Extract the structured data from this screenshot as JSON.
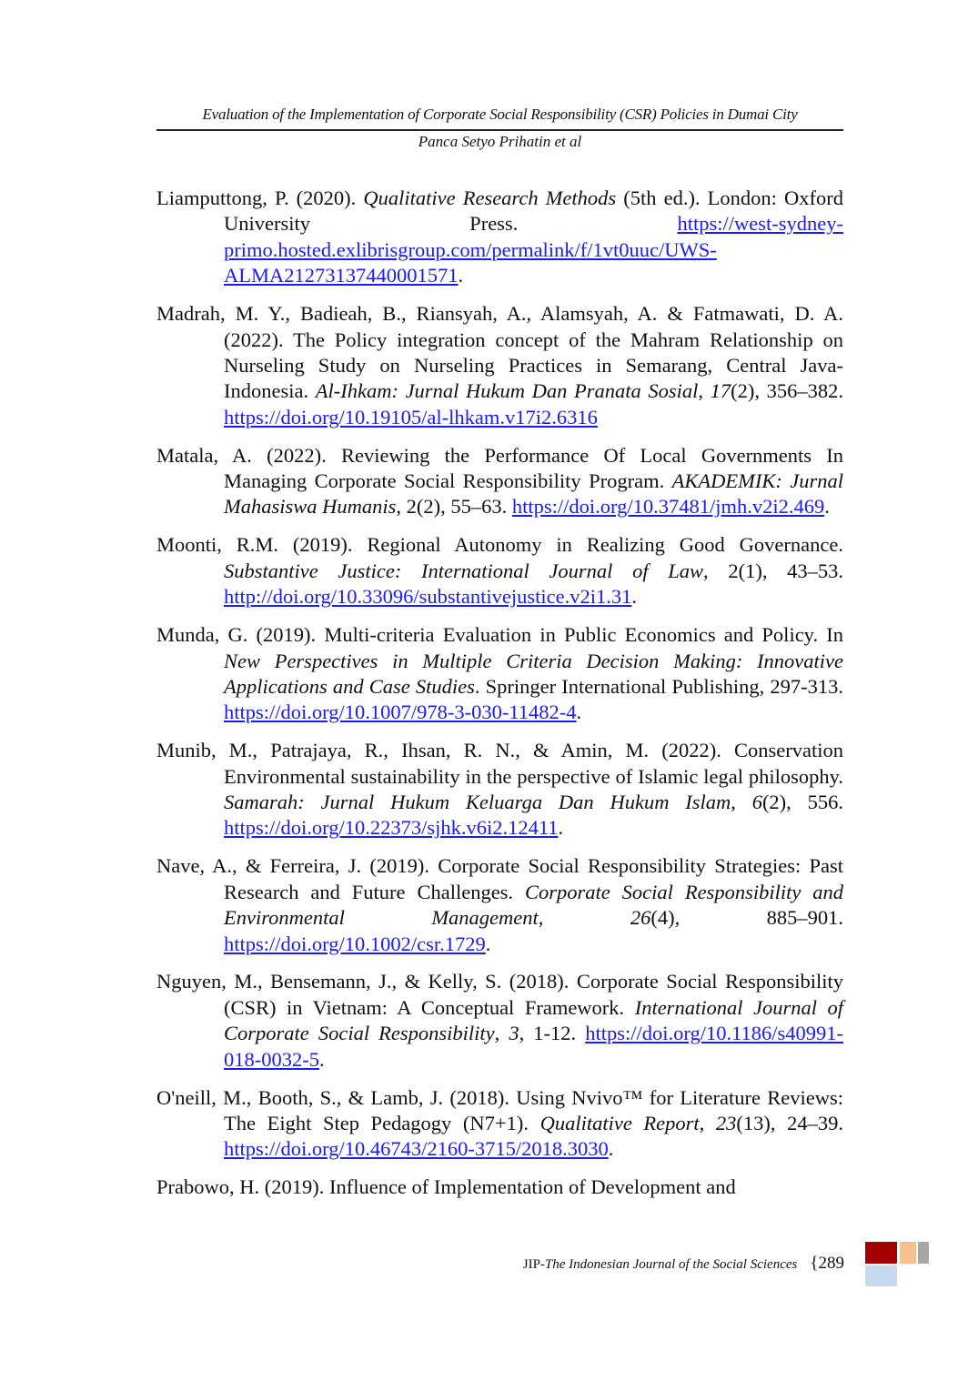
{
  "header": {
    "title": "Evaluation of the Implementation of Corporate Social Responsibility (CSR) Policies in Dumai City",
    "author": "Panca Setyo Prihatin et al"
  },
  "references": [
    [
      [
        "t",
        "Liamputtong, P. (2020). "
      ],
      [
        "i",
        "Qualitative Research Methods"
      ],
      [
        "t",
        " (5th ed.). London: Oxford University Press. "
      ],
      [
        "a",
        "https://west-sydney-primo.hosted.exlibrisgroup.com/permalink/f/1vt0uuc/UWS-ALMA21273137440001571"
      ],
      [
        "t",
        "."
      ]
    ],
    [
      [
        "t",
        "Madrah, M. Y., Badieah, B., Riansyah, A., Alamsyah, A. & Fatmawati, D. A. (2022). The Policy integration concept of the Mahram Relationship on Nurseling Study on Nurseling Practices in Semarang, Central Java-Indonesia. "
      ],
      [
        "i",
        "Al-Ihkam: Jurnal Hukum Dan Pranata Sosial"
      ],
      [
        "t",
        ", "
      ],
      [
        "i",
        "17"
      ],
      [
        "t",
        "(2), 356–382. "
      ],
      [
        "a",
        "https://doi.org/10.19105/al-lhkam.v17i2.6316"
      ]
    ],
    [
      [
        "t",
        "Matala, A. (2022). Reviewing the Performance Of Local Governments In Managing Corporate Social Responsibility Program. "
      ],
      [
        "i",
        "AKADEMIK: Jurnal Mahasiswa Humanis"
      ],
      [
        "t",
        ", 2(2), 55–63. "
      ],
      [
        "a",
        "https://doi.org/10.37481/jmh.v2i2.469"
      ],
      [
        "t",
        "."
      ]
    ],
    [
      [
        "t",
        "Moonti, R.M. (2019). Regional Autonomy in Realizing Good Governance. "
      ],
      [
        "i",
        "Substantive Justice: International Journal of Law"
      ],
      [
        "t",
        ", 2(1), 43–53. "
      ],
      [
        "a",
        "http://doi.org/10.33096/substantivejustice.v2i1.31"
      ],
      [
        "t",
        "."
      ]
    ],
    [
      [
        "t",
        "Munda, G. (2019). Multi-criteria Evaluation in Public Economics and Policy. In "
      ],
      [
        "i",
        "New Perspectives in Multiple Criteria Decision Making: Innovative Applications and Case Studies"
      ],
      [
        "t",
        ". Springer International Publishing, 297-313. "
      ],
      [
        "a",
        "https://doi.org/10.1007/978-3-030-11482-4"
      ],
      [
        "t",
        "."
      ]
    ],
    [
      [
        "t",
        "Munib, M., Patrajaya, R., Ihsan, R. N., & Amin, M. (2022). Conservation Environmental sustainability in the perspective of Islamic legal philosophy. "
      ],
      [
        "i",
        "Samarah: Jurnal Hukum Keluarga Dan Hukum Islam"
      ],
      [
        "t",
        ", "
      ],
      [
        "i",
        "6"
      ],
      [
        "t",
        "(2), 556. "
      ],
      [
        "a",
        "https://doi.org/10.22373/sjhk.v6i2.12411"
      ],
      [
        "t",
        "."
      ]
    ],
    [
      [
        "t",
        "Nave, A., & Ferreira, J. (2019). Corporate Social Responsibility Strategies: Past Research and Future Challenges. "
      ],
      [
        "i",
        "Corporate Social Responsibility and Environmental Management"
      ],
      [
        "t",
        ", "
      ],
      [
        "i",
        "26"
      ],
      [
        "t",
        "(4), 885–901. "
      ],
      [
        "a",
        "https://doi.org/10.1002/csr.1729"
      ],
      [
        "t",
        "."
      ]
    ],
    [
      [
        "t",
        "Nguyen, M., Bensemann, J., & Kelly, S. (2018). Corporate Social Responsibility (CSR) in Vietnam: A Conceptual Framework. "
      ],
      [
        "i",
        "International Journal of Corporate Social Responsibility"
      ],
      [
        "t",
        ", "
      ],
      [
        "i",
        "3"
      ],
      [
        "t",
        ", 1-12. "
      ],
      [
        "a",
        "https://doi.org/10.1186/s40991-018-0032-5"
      ],
      [
        "t",
        "."
      ]
    ],
    [
      [
        "t",
        "O'neill, M., Booth, S., & Lamb, J. (2018). Using Nvivo™ for Literature Reviews: The Eight Step Pedagogy (N7+1). "
      ],
      [
        "i",
        "Qualitative Report"
      ],
      [
        "t",
        ", "
      ],
      [
        "i",
        "23"
      ],
      [
        "t",
        "(13), 24–39. "
      ],
      [
        "a",
        "https://doi.org/10.46743/2160-3715/2018.3030"
      ],
      [
        "t",
        "."
      ]
    ],
    [
      [
        "t",
        "Prabowo, H. (2019). Influence of Implementation of Development and"
      ]
    ]
  ],
  "footer": {
    "journal_prefix": "JIP-",
    "journal_name": "The Indonesian Journal of the Social Sciences",
    "page": "{289"
  },
  "colors": {
    "dark_red": "#a40000",
    "peach": "#f9c08f",
    "gray": "#a6a6a6",
    "light_blue": "#c6d9f1",
    "link": "#1a1aff"
  }
}
